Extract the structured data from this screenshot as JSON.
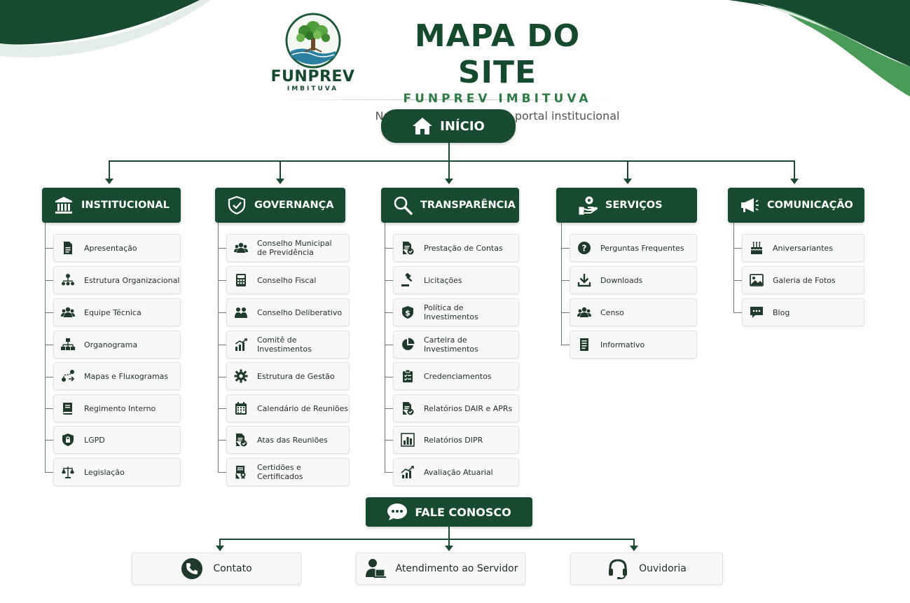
{
  "header": {
    "logo_name": "FUNPREV",
    "logo_sub": "IMBITUVA",
    "title": "MAPA DO SITE",
    "subtitle": "FUNPREV IMBITUVA",
    "tagline": "Navegação completa do portal institucional"
  },
  "colors": {
    "primary": "#174a30",
    "accent": "#2f7a45",
    "card_bg": "#f7f8f7"
  },
  "home": {
    "label": "INÍCIO",
    "icon": "home-icon"
  },
  "sections": [
    {
      "title": "INSTITUCIONAL",
      "icon": "institution-icon",
      "items": [
        {
          "label": "Apresentação",
          "icon": "document-icon"
        },
        {
          "label": "Estrutura Organizacional",
          "icon": "org-structure-icon"
        },
        {
          "label": "Equipe Técnica",
          "icon": "team-icon"
        },
        {
          "label": "Organograma",
          "icon": "org-chart-icon"
        },
        {
          "label": "Mapas e Fluxogramas",
          "icon": "flowchart-icon"
        },
        {
          "label": "Regimento Interno",
          "icon": "book-icon"
        },
        {
          "label": "LGPD",
          "icon": "lock-shield-icon"
        },
        {
          "label": "Legislação",
          "icon": "scales-icon"
        }
      ]
    },
    {
      "title": "GOVERNANÇA",
      "icon": "shield-check-icon",
      "items": [
        {
          "label": "Conselho Municipal de Previdência",
          "icon": "group-icon"
        },
        {
          "label": "Conselho Fiscal",
          "icon": "calculator-icon"
        },
        {
          "label": "Conselho Deliberativo",
          "icon": "two-people-icon"
        },
        {
          "label": "Comitê de Investimentos",
          "icon": "bar-chart-icon"
        },
        {
          "label": "Estrutura de Gestão",
          "icon": "gear-icon"
        },
        {
          "label": "Calendário de Reuniões",
          "icon": "calendar-icon"
        },
        {
          "label": "Atas das Reuniões",
          "icon": "document-check-icon"
        },
        {
          "label": "Certidões e Certificados",
          "icon": "certificate-icon"
        }
      ]
    },
    {
      "title": "TRANSPARÊNCIA",
      "icon": "search-icon",
      "items": [
        {
          "label": "Prestação de Contas",
          "icon": "document-check-icon"
        },
        {
          "label": "Licitações",
          "icon": "gavel-icon"
        },
        {
          "label": "Política de Investimentos",
          "icon": "dollar-shield-icon"
        },
        {
          "label": "Carteira de Investimentos",
          "icon": "pie-chart-icon"
        },
        {
          "label": "Credenciamentos",
          "icon": "clipboard-check-icon"
        },
        {
          "label": "Relatórios DAIR e APRs",
          "icon": "report-check-icon"
        },
        {
          "label": "Relatórios DIPR",
          "icon": "bar-report-icon"
        },
        {
          "label": "Avaliação Atuarial",
          "icon": "trend-chart-icon"
        }
      ]
    },
    {
      "title": "SERVIÇOS",
      "icon": "service-hand-icon",
      "items": [
        {
          "label": "Perguntas Frequentes",
          "icon": "question-icon"
        },
        {
          "label": "Downloads",
          "icon": "download-icon"
        },
        {
          "label": "Censo",
          "icon": "group-icon"
        },
        {
          "label": "Informativo",
          "icon": "document-icon"
        }
      ]
    },
    {
      "title": "COMUNICAÇÃO",
      "icon": "megaphone-icon",
      "items": [
        {
          "label": "Aniversariantes",
          "icon": "cake-icon"
        },
        {
          "label": "Galeria de Fotos",
          "icon": "image-icon"
        },
        {
          "label": "Blog",
          "icon": "chat-icon"
        }
      ]
    }
  ],
  "contact": {
    "label": "FALE CONOSCO",
    "icon": "chat-bubble-icon",
    "items": [
      {
        "label": "Contato",
        "icon": "phone-icon"
      },
      {
        "label": "Atendimento ao Servidor",
        "icon": "attendant-icon"
      },
      {
        "label": "Ouvidoria",
        "icon": "headset-icon"
      }
    ]
  }
}
